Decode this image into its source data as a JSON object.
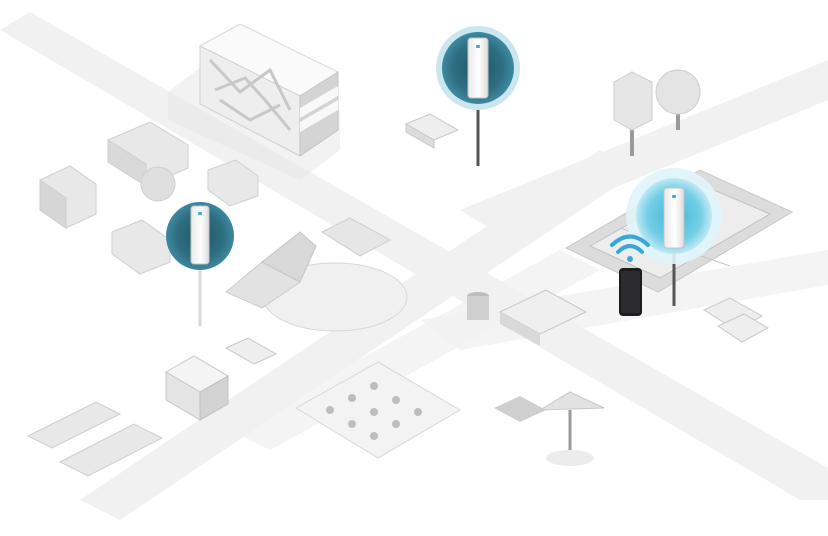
{
  "scene": {
    "colors": {
      "background": "#ffffff",
      "road": "#f1f1f1",
      "building": "#f4f4f4",
      "building_shade": "#d6d6d6",
      "building_dark": "#b9b9b9",
      "halo_dark": "#2f6f82",
      "halo_light": "#59c4dd",
      "ap_body": "#ffffff",
      "ap_led": "#3fa9d6",
      "wifi": "#3aa7d9",
      "phone": "#1c1c1e"
    },
    "access_points": [
      {
        "name": "ap-near-park-bench",
        "style": "dark"
      },
      {
        "name": "ap-near-hedges",
        "style": "dark"
      },
      {
        "name": "ap-near-court",
        "style": "light"
      }
    ],
    "icons": [
      "wifi-signal-icon",
      "smartphone-icon"
    ]
  }
}
